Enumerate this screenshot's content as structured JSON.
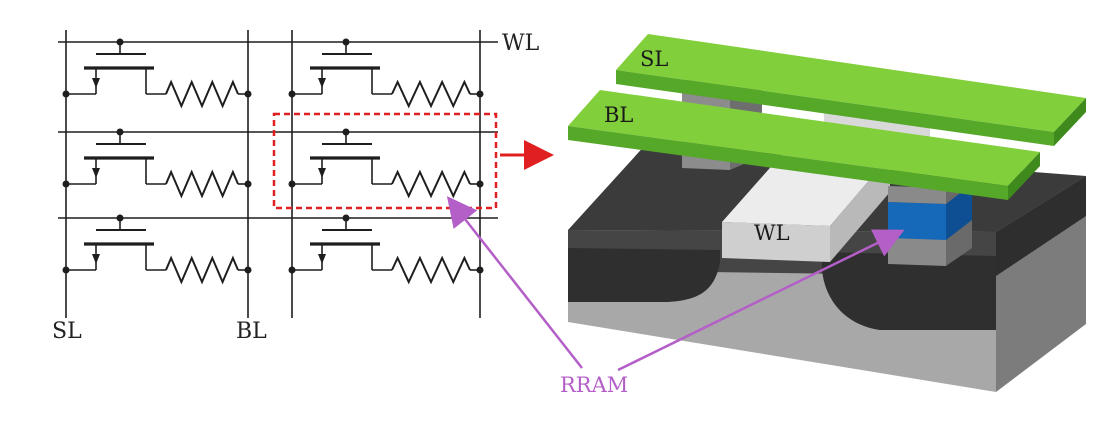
{
  "labels": {
    "wl_schematic": "WL",
    "sl_schematic": "SL",
    "bl_schematic": "BL",
    "sl_3d": "SL",
    "bl_3d": "BL",
    "wl_3d": "WL",
    "rram": "RRAM"
  },
  "colors": {
    "wire": "#1e1e1e",
    "highlight": "#e02020",
    "arrow_red": "#e02020",
    "arrow_purple": "#b45fc8",
    "rail_green_top": "#7fcc3a",
    "rail_green_side": "#4f9a22",
    "rram_blue": "#1668b8",
    "substrate_light": "#a6a6a6",
    "substrate_dark": "#3a3a3a"
  },
  "grid": {
    "rows": 3,
    "cols": 2
  }
}
